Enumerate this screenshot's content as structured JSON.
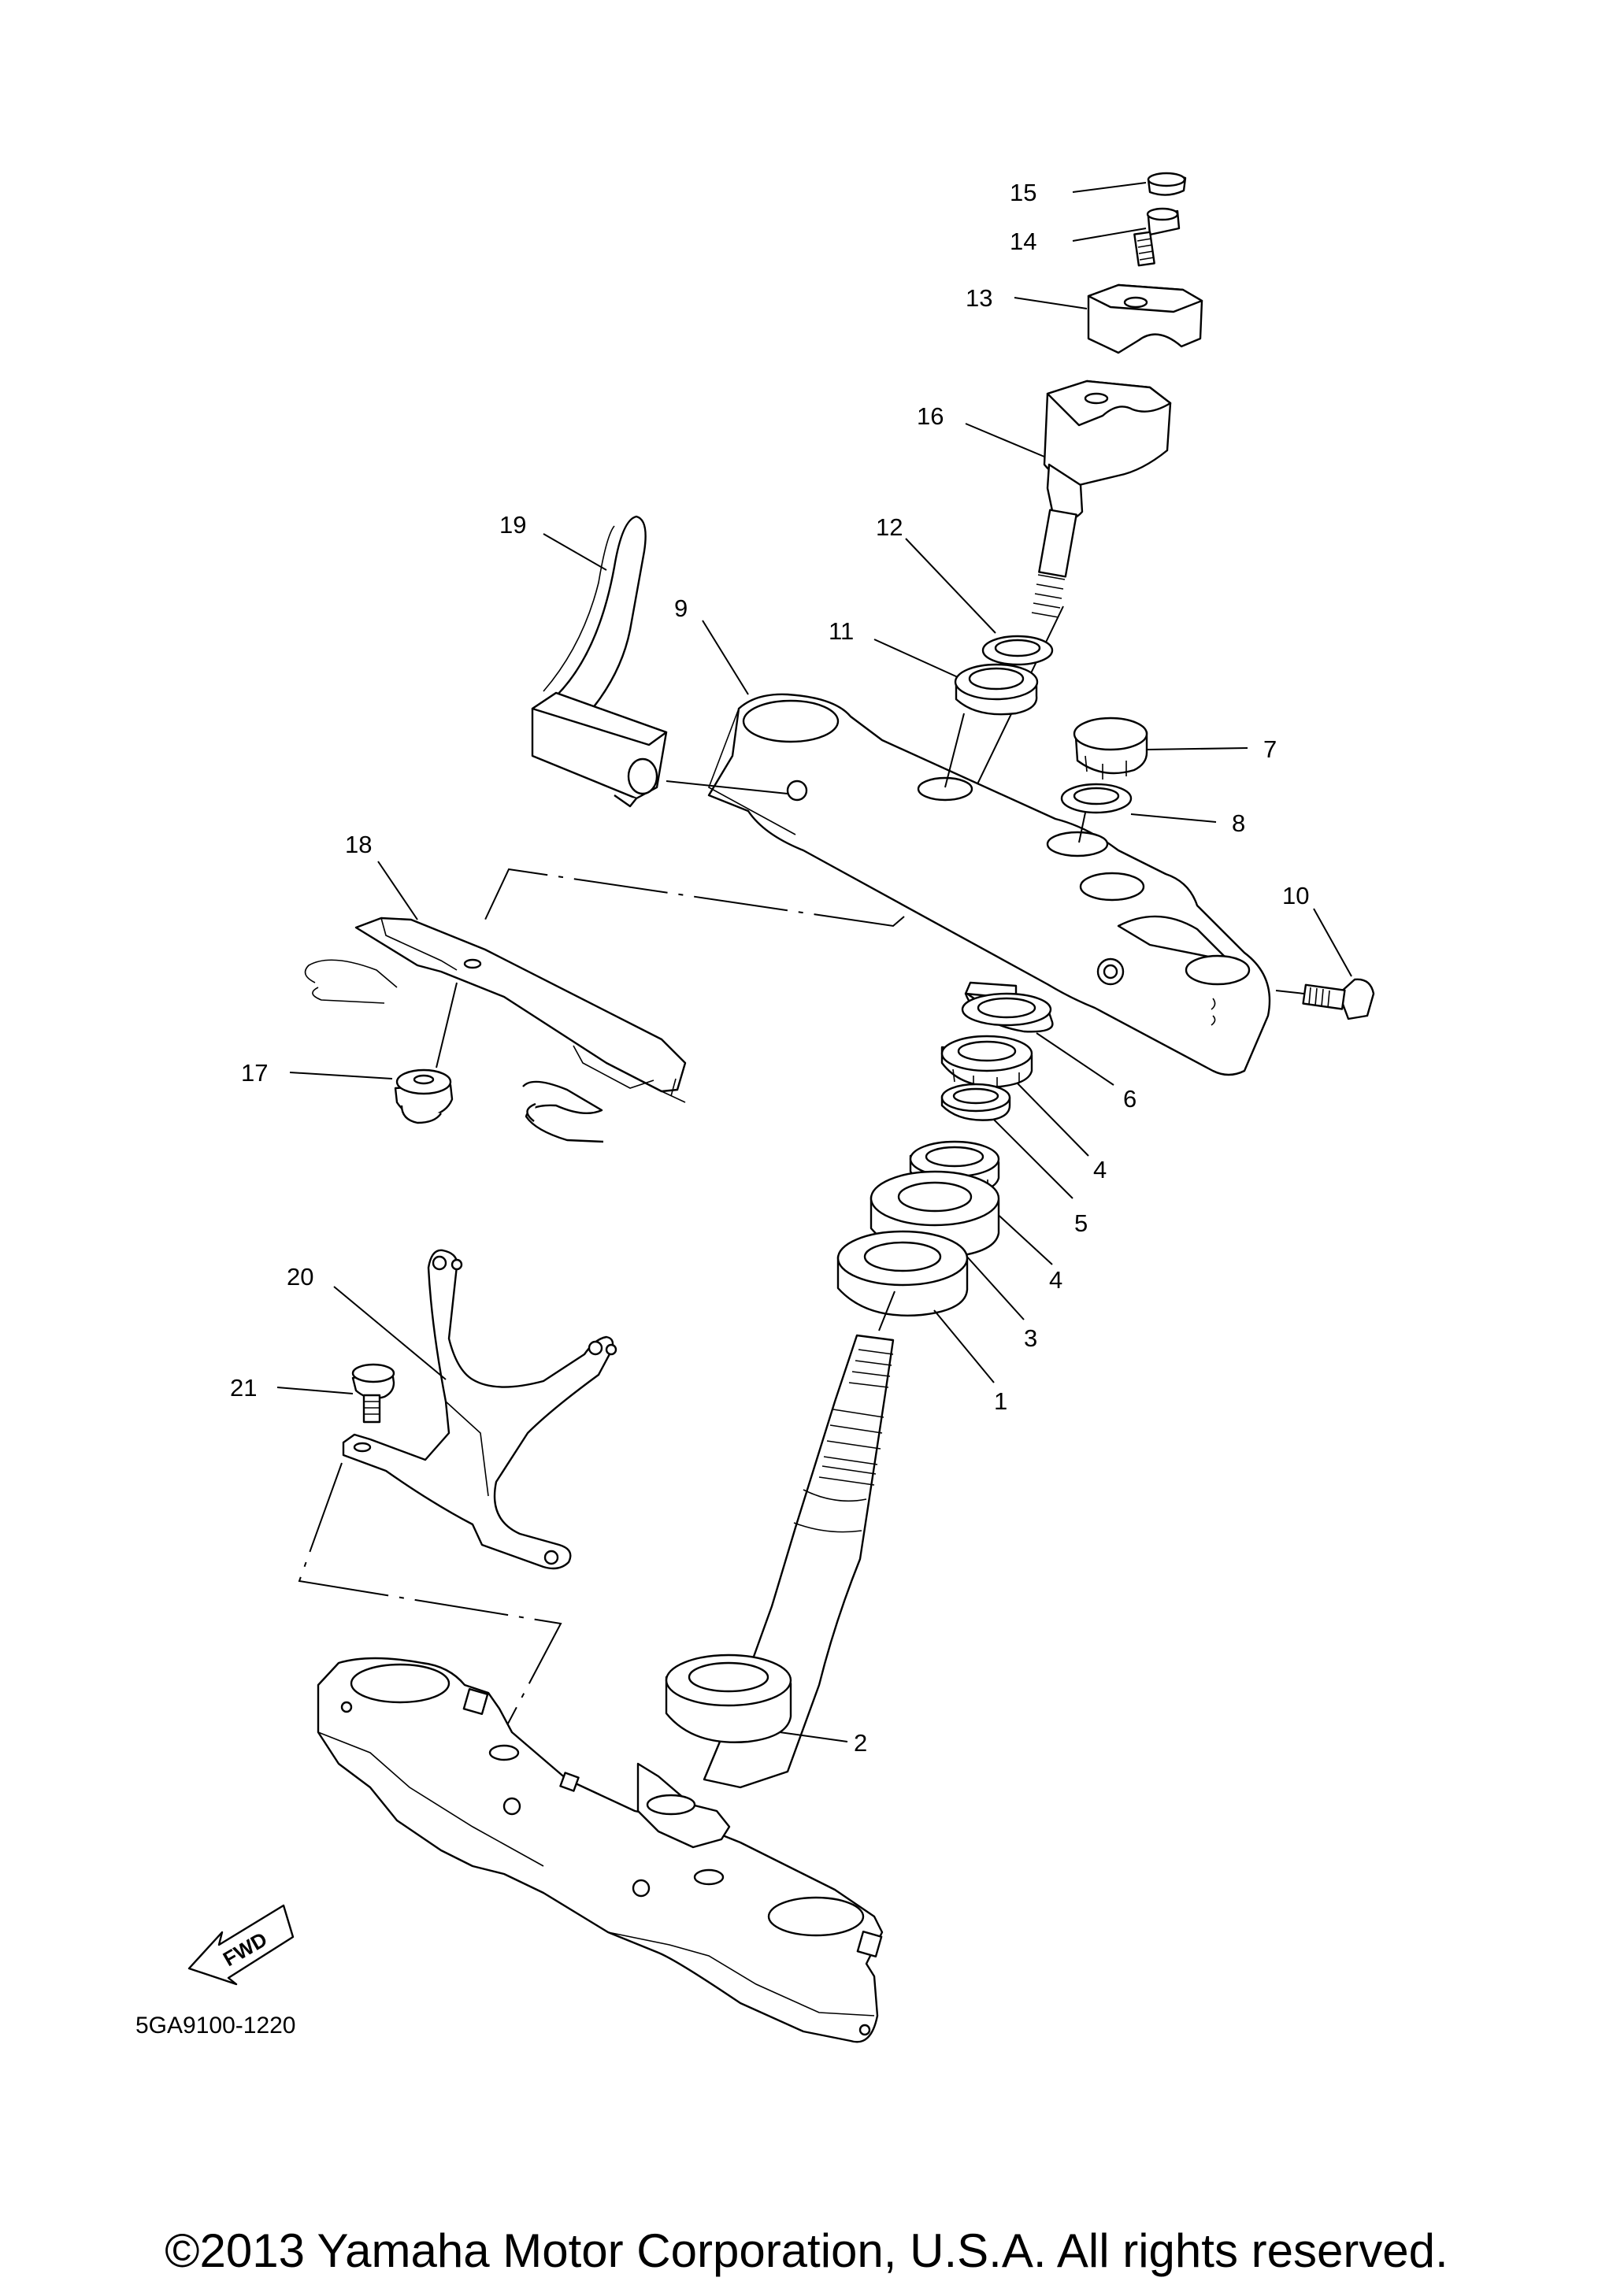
{
  "diagram_code": "5GA9100-1220",
  "fwd_label": "FWD",
  "copyright": "©2013 Yamaha Motor Corporation, U.S.A. All rights reserved.",
  "callouts": {
    "c1": "1",
    "c2": "2",
    "c3": "3",
    "c4a": "4",
    "c4b": "4",
    "c5": "5",
    "c6": "6",
    "c7": "7",
    "c8": "8",
    "c9": "9",
    "c10": "10",
    "c11": "11",
    "c12": "12",
    "c13": "13",
    "c14": "14",
    "c15": "15",
    "c16": "16",
    "c17": "17",
    "c18": "18",
    "c19": "19",
    "c20": "20",
    "c21": "21"
  }
}
